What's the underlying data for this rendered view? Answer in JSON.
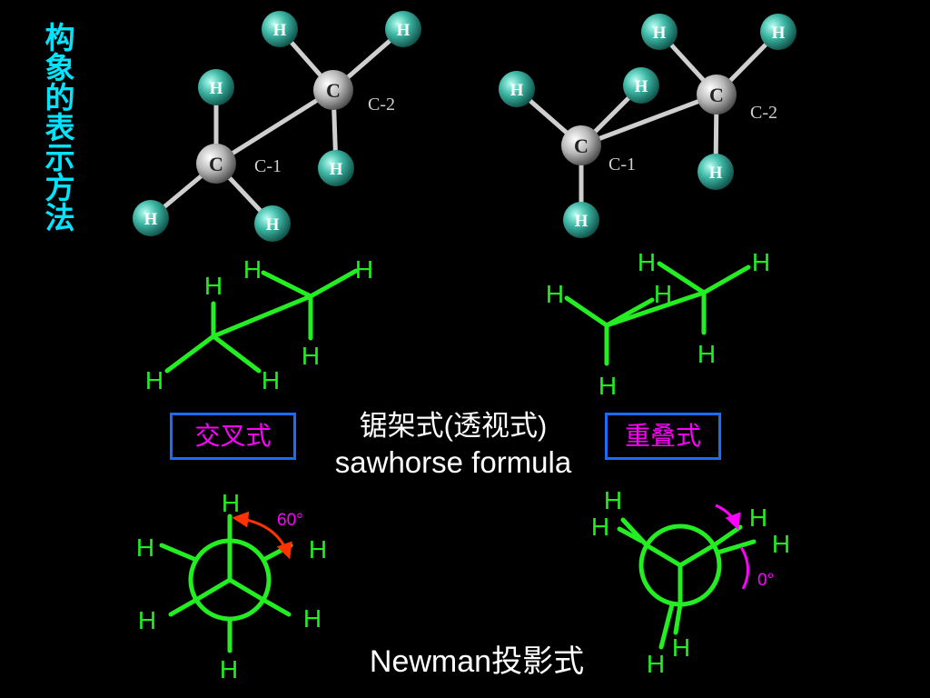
{
  "title": "构象的表示方法",
  "atom_h": "H",
  "atom_c": "C",
  "carbon1": "C-1",
  "carbon2": "C-2",
  "sawhorse_cn": "锯架式(透视式)",
  "sawhorse_en": "sawhorse formula",
  "staggered_label": "交叉式",
  "eclipsed_label": "重叠式",
  "newman_label": "Newman投影式",
  "angle_staggered": "60°",
  "angle_eclipsed": "0°",
  "colors": {
    "title": "#00e5ff",
    "bond_green": "#22ee22",
    "atom_h": "#3fb8a6",
    "atom_c": "#b8b8b8",
    "box_border": "#1a6cff",
    "magenta": "#ff00ff",
    "arrow_red": "#ff3300",
    "text_white": "#ffffff"
  }
}
